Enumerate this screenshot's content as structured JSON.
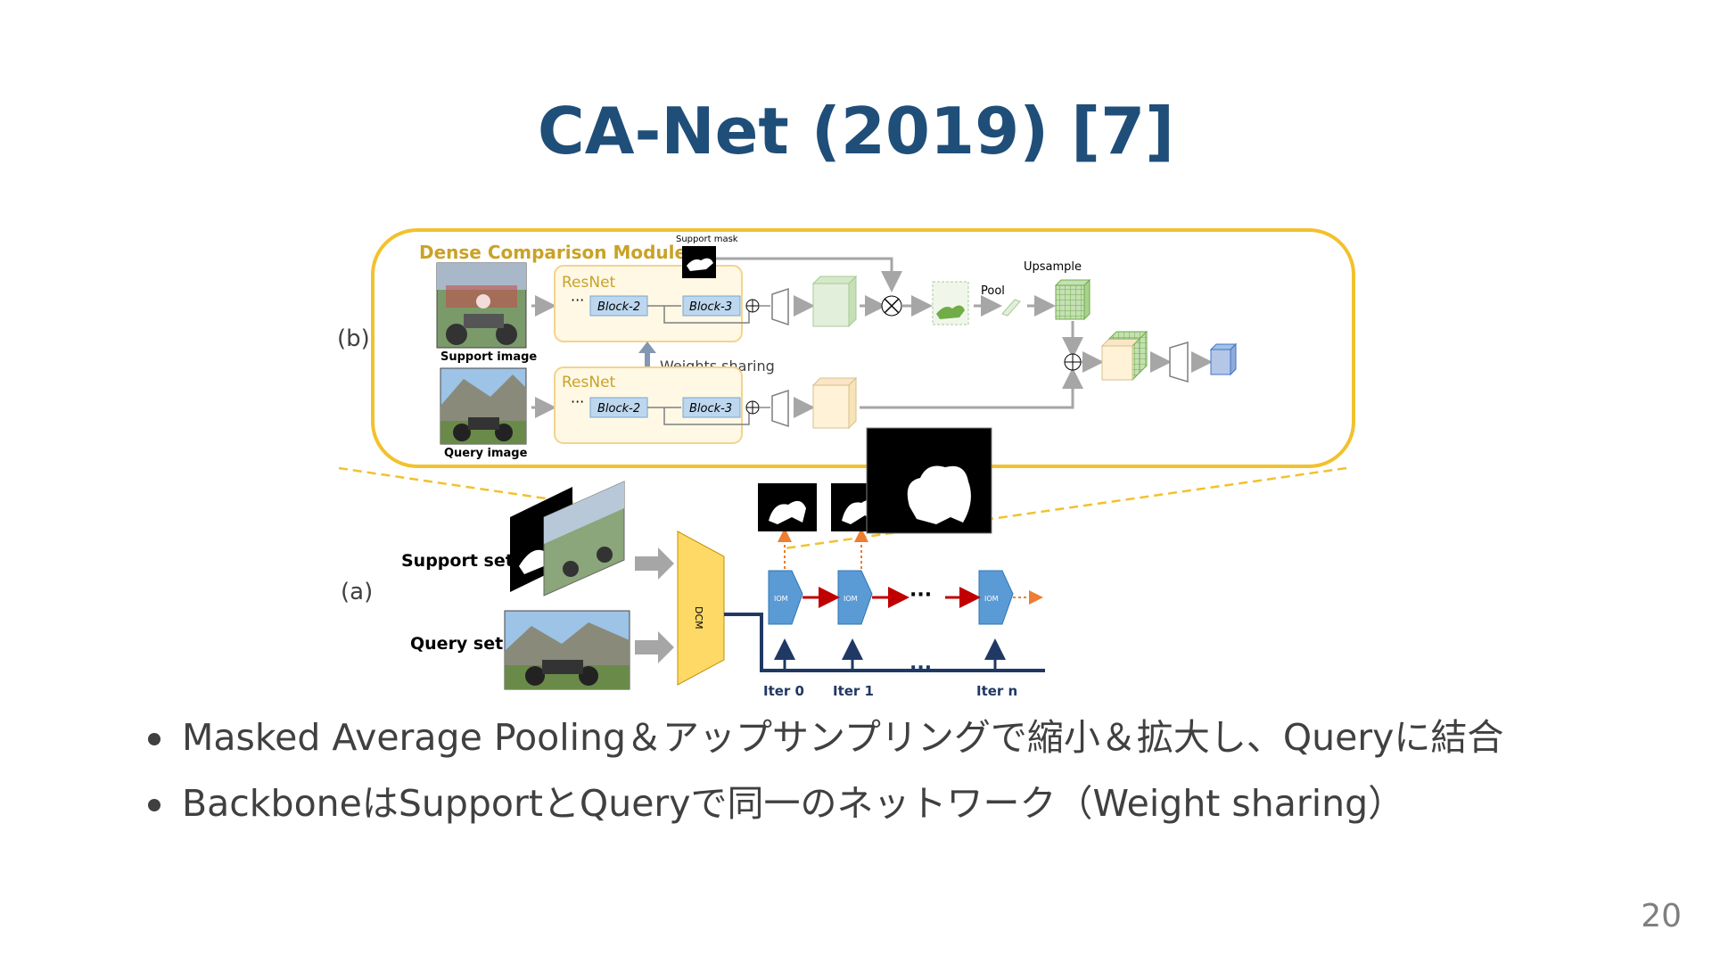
{
  "slide": {
    "title": "CA-Net (2019) [7]",
    "page_number": "20"
  },
  "diagram": {
    "panel_b": {
      "marker": "(b)",
      "module_title": "Dense Comparison Module",
      "support_mask_label": "Support mask",
      "support_image_label": "Support image",
      "query_image_label": "Query image",
      "resnet_label": "ResNet",
      "ellipsis": "···",
      "block2_label": "Block-2",
      "block3_label": "Block-3",
      "weights_sharing_label": "Weights sharing",
      "pool_label": "Pool",
      "upsample_label": "Upsample"
    },
    "panel_a": {
      "marker": "(a)",
      "support_set_label": "Support set",
      "query_set_label": "Query set",
      "dcm_label": "DCM",
      "iom_label": "IOM",
      "dots": "···",
      "iter0_label": "Iter 0",
      "iter1_label": "Iter 1",
      "itern_label": "Iter n"
    },
    "colors": {
      "module_border": "#f2c12e",
      "module_title": "#c9a227",
      "dcm_fill": "#ffd966",
      "iom_fill": "#5b9bd5",
      "red_arrow": "#c00000",
      "dark_line": "#203864",
      "orange_dotted": "#ed7d31"
    }
  },
  "bullets": [
    "Masked Average Pooling＆アップサンプリングで縮小＆拡大し、Queryに結合",
    "BackboneはSupportとQueryで同一のネットワーク（Weight sharing）"
  ]
}
